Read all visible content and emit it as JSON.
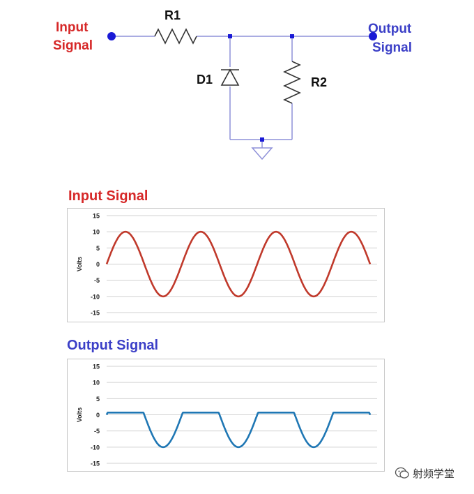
{
  "circuit": {
    "input_label_line1": "Input",
    "input_label_line2": "Signal",
    "output_label_line1": "Output",
    "output_label_line2": "Signal",
    "r1": "R1",
    "r2": "R2",
    "d1": "D1",
    "wire_color": "#8e90d8",
    "component_color": "#333333",
    "terminal_color": "#1a1ad6"
  },
  "chart_data": [
    {
      "type": "line",
      "title": "Input Signal",
      "ylabel": "Volts",
      "yticks": [
        15,
        10,
        5,
        0,
        -5,
        -10,
        -15
      ],
      "ylim": [
        -15,
        15
      ],
      "grid": true,
      "color": "#c0392b",
      "waveform": "sine",
      "amplitude": 10,
      "cycles": 3.5,
      "series": [
        {
          "name": "",
          "peak": 10,
          "trough": -10
        }
      ]
    },
    {
      "type": "line",
      "title": "Output Signal",
      "ylabel": "Volts",
      "yticks": [
        15,
        10,
        5,
        0,
        -5,
        -10,
        -15
      ],
      "ylim": [
        -15,
        15
      ],
      "grid": true,
      "color": "#1f77b4",
      "waveform": "clipped-sine",
      "amplitude": 10,
      "clip_level": 0.7,
      "cycles": 3.5,
      "series": [
        {
          "name": "",
          "peak": 0.7,
          "trough": -10
        }
      ]
    }
  ],
  "watermark": {
    "text": "射频学堂",
    "icon": "wechat-icon"
  }
}
